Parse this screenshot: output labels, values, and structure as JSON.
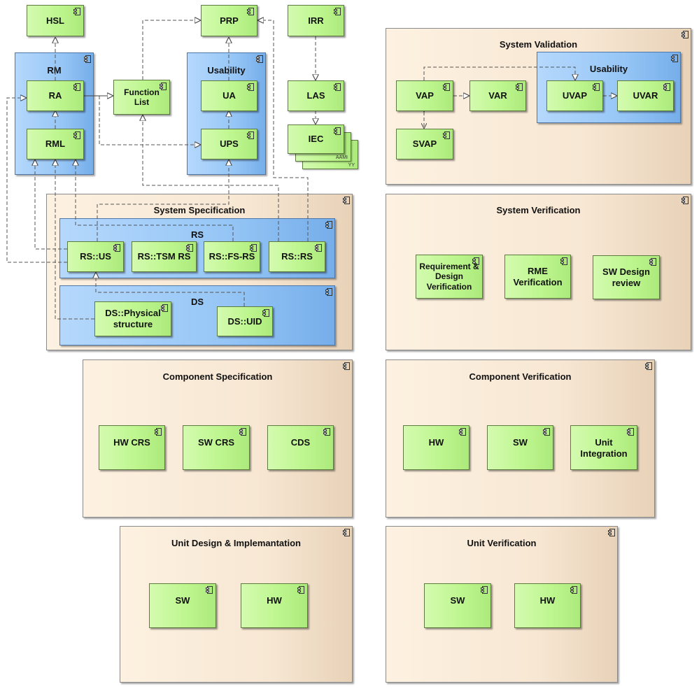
{
  "packages": {
    "system_validation": "System Validation",
    "system_verification": "System Verification",
    "system_specification": "System Specification",
    "component_specification": "Component Specification",
    "component_verification": "Component Verification",
    "unit_design": "Unit Design & Implemantation",
    "unit_verification": "Unit Verification"
  },
  "groups": {
    "rm": "RM",
    "usability_left": "Usability",
    "usability_right": "Usability",
    "rs": "RS",
    "ds": "DS"
  },
  "components": {
    "hsl": "HSL",
    "prp": "PRP",
    "irr": "IRR",
    "ra": "RA",
    "function_list": "Function\nList",
    "ua": "UA",
    "las": "LAS",
    "rml": "RML",
    "ups": "UPS",
    "iec": "IEC",
    "aami": "AAMI",
    "yy": "YY",
    "vap": "VAP",
    "var": "VAR",
    "uvap": "UVAP",
    "uvar": "UVAR",
    "svap": "SVAP",
    "rs_us": "RS::US",
    "rs_tsm": "RS::TSM RS",
    "rs_fs": "RS::FS-RS",
    "rs_rs": "RS::RS",
    "ds_phys": "DS::Physical\nstructure",
    "ds_uid": "DS::UID",
    "req_design_verif": "Requirement &\nDesign\nVerification",
    "rme_verif": "RME\nVerification",
    "sw_design_review": "SW Design\nreview",
    "hw_crs": "HW CRS",
    "sw_crs": "SW CRS",
    "cds": "CDS",
    "cv_hw": "HW",
    "cv_sw": "SW",
    "unit_integration": "Unit\nIntegration",
    "ud_sw": "SW",
    "ud_hw": "HW",
    "uv_sw": "SW",
    "uv_hw": "HW"
  },
  "colors": {
    "component_fill": "#bef68f",
    "group_fill": "#96c6f6",
    "package_fill": "#f7e7d3"
  }
}
